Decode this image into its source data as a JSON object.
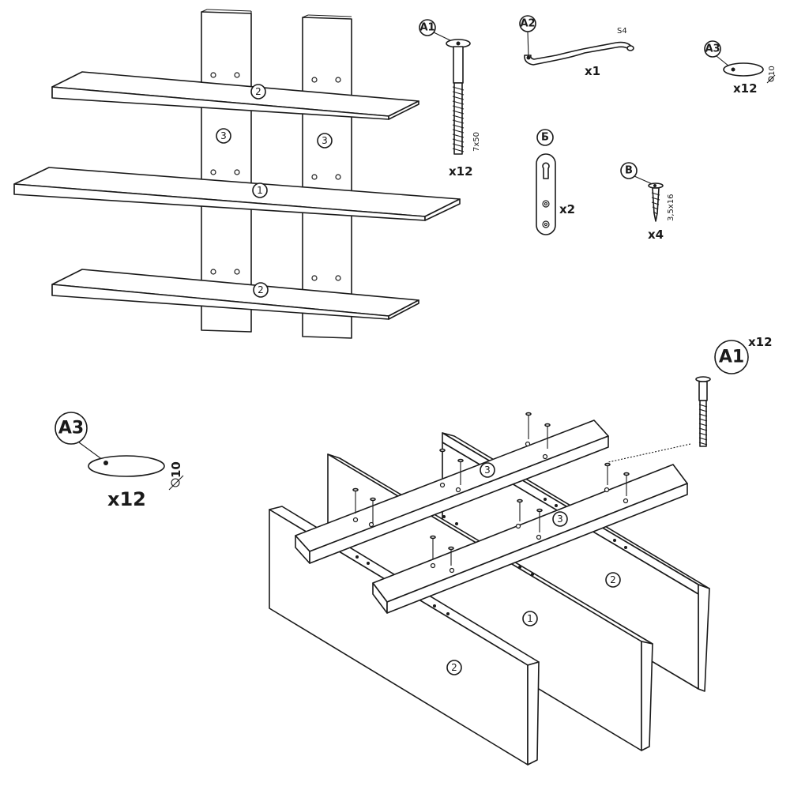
{
  "assembled_view": {
    "panel_labels": {
      "top_shelf": "2",
      "middle_shelf": "1",
      "bottom_shelf": "2",
      "left_upright": "3",
      "right_upright": "3"
    }
  },
  "parts": {
    "a1": {
      "code": "A1",
      "size": "7x50",
      "quantity": "x12"
    },
    "a2": {
      "code": "A2",
      "size": "S4",
      "quantity": "x1"
    },
    "a3": {
      "code": "A3",
      "size": "10",
      "quantity": "x12"
    },
    "b": {
      "code": "Б",
      "quantity": "x2"
    },
    "v": {
      "code": "В",
      "size": "3,5x16",
      "quantity": "x4"
    }
  },
  "assembly_step": {
    "a1_callout": {
      "code": "A1",
      "quantity": "x12"
    },
    "a3_callout": {
      "code": "A3",
      "size": "10",
      "quantity": "x12"
    },
    "panel_labels": {
      "front_shelf": "2",
      "middle_shelf": "1",
      "back_shelf": "2",
      "front_upright": "3",
      "back_upright": "3"
    }
  }
}
